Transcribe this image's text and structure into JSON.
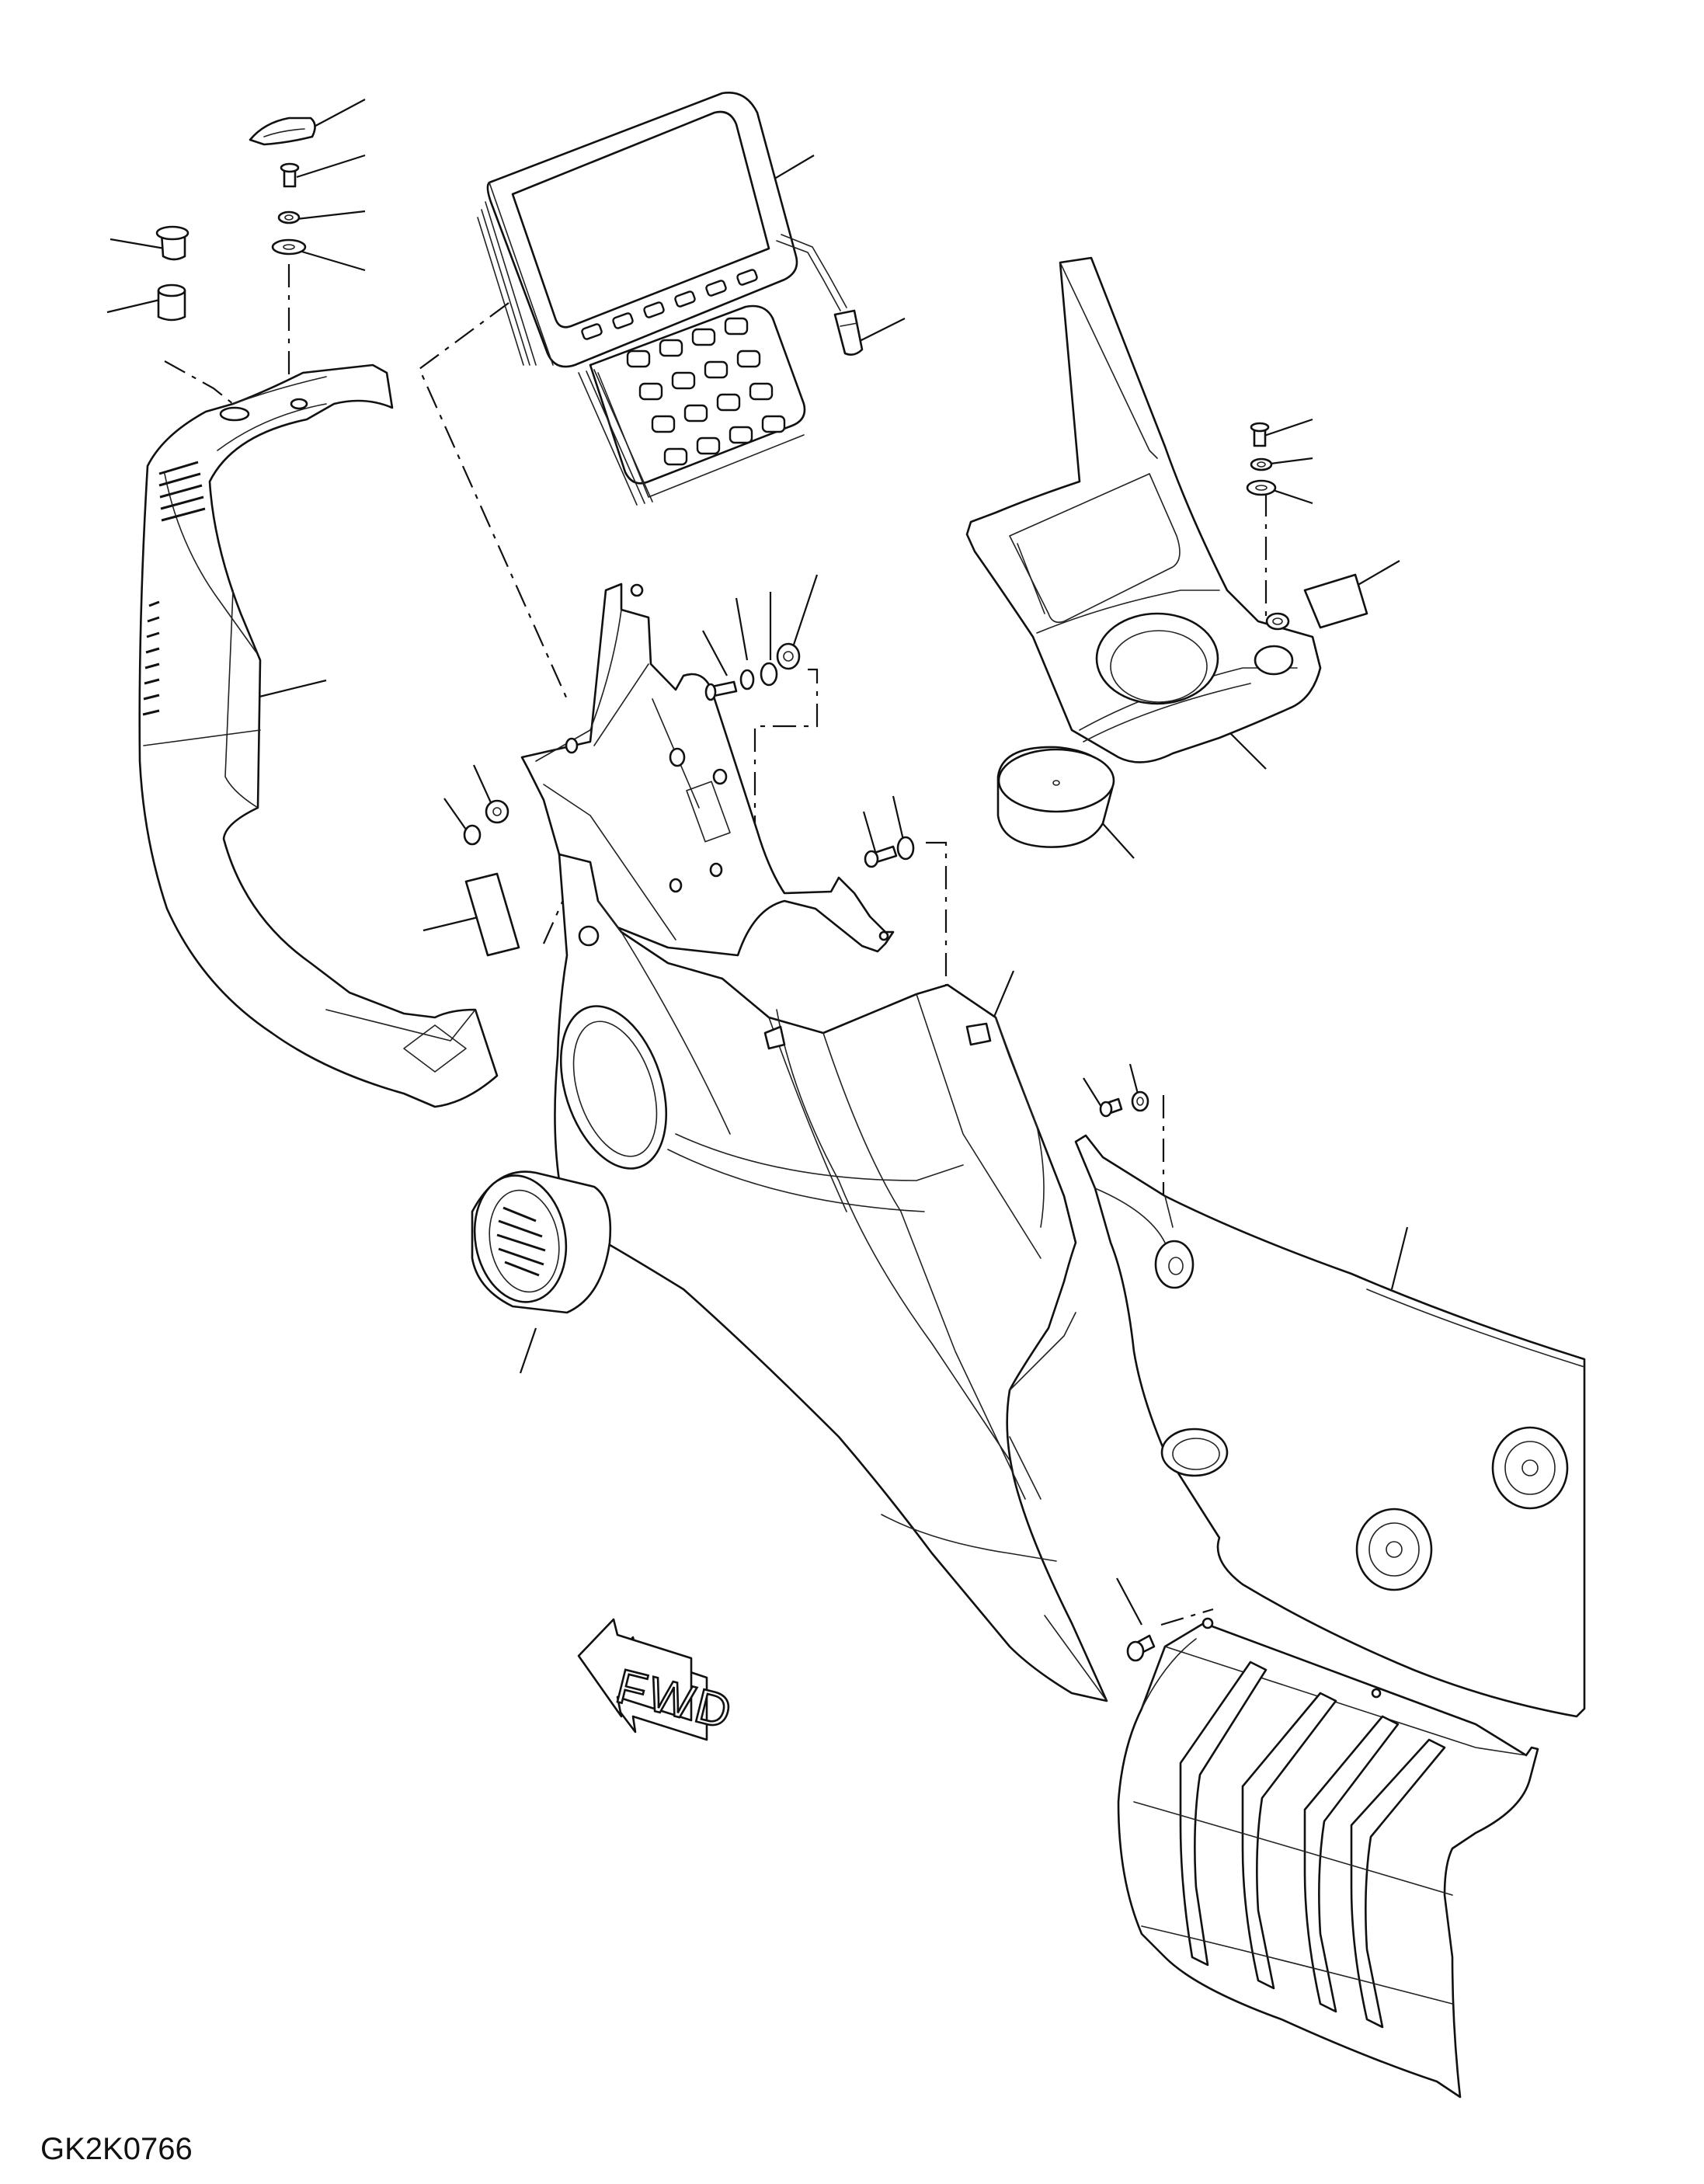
{
  "drawing_code": "GK2K0766",
  "fwd_label": "FWD",
  "parts": [
    {
      "name": "cap",
      "icon": "cap-icon"
    },
    {
      "name": "screw",
      "icon": "screw-icon"
    },
    {
      "name": "washer",
      "icon": "washer-icon"
    },
    {
      "name": "flat-washer",
      "icon": "washer-icon"
    },
    {
      "name": "plug",
      "icon": "plug-icon"
    },
    {
      "name": "collar",
      "icon": "collar-icon"
    },
    {
      "name": "monitor",
      "icon": "monitor-icon"
    },
    {
      "name": "connector",
      "icon": "connector-icon"
    },
    {
      "name": "left-cover",
      "icon": "cover-icon"
    },
    {
      "name": "bracket",
      "icon": "bracket-icon"
    },
    {
      "name": "cup-holder-panel",
      "icon": "panel-icon"
    },
    {
      "name": "cup",
      "icon": "cup-icon"
    },
    {
      "name": "label-plate",
      "icon": "label-icon"
    },
    {
      "name": "air-vent",
      "icon": "vent-icon"
    },
    {
      "name": "console-cover",
      "icon": "cover-icon"
    },
    {
      "name": "right-side-panel",
      "icon": "panel-icon"
    },
    {
      "name": "rear-cover",
      "icon": "cover-icon"
    }
  ]
}
